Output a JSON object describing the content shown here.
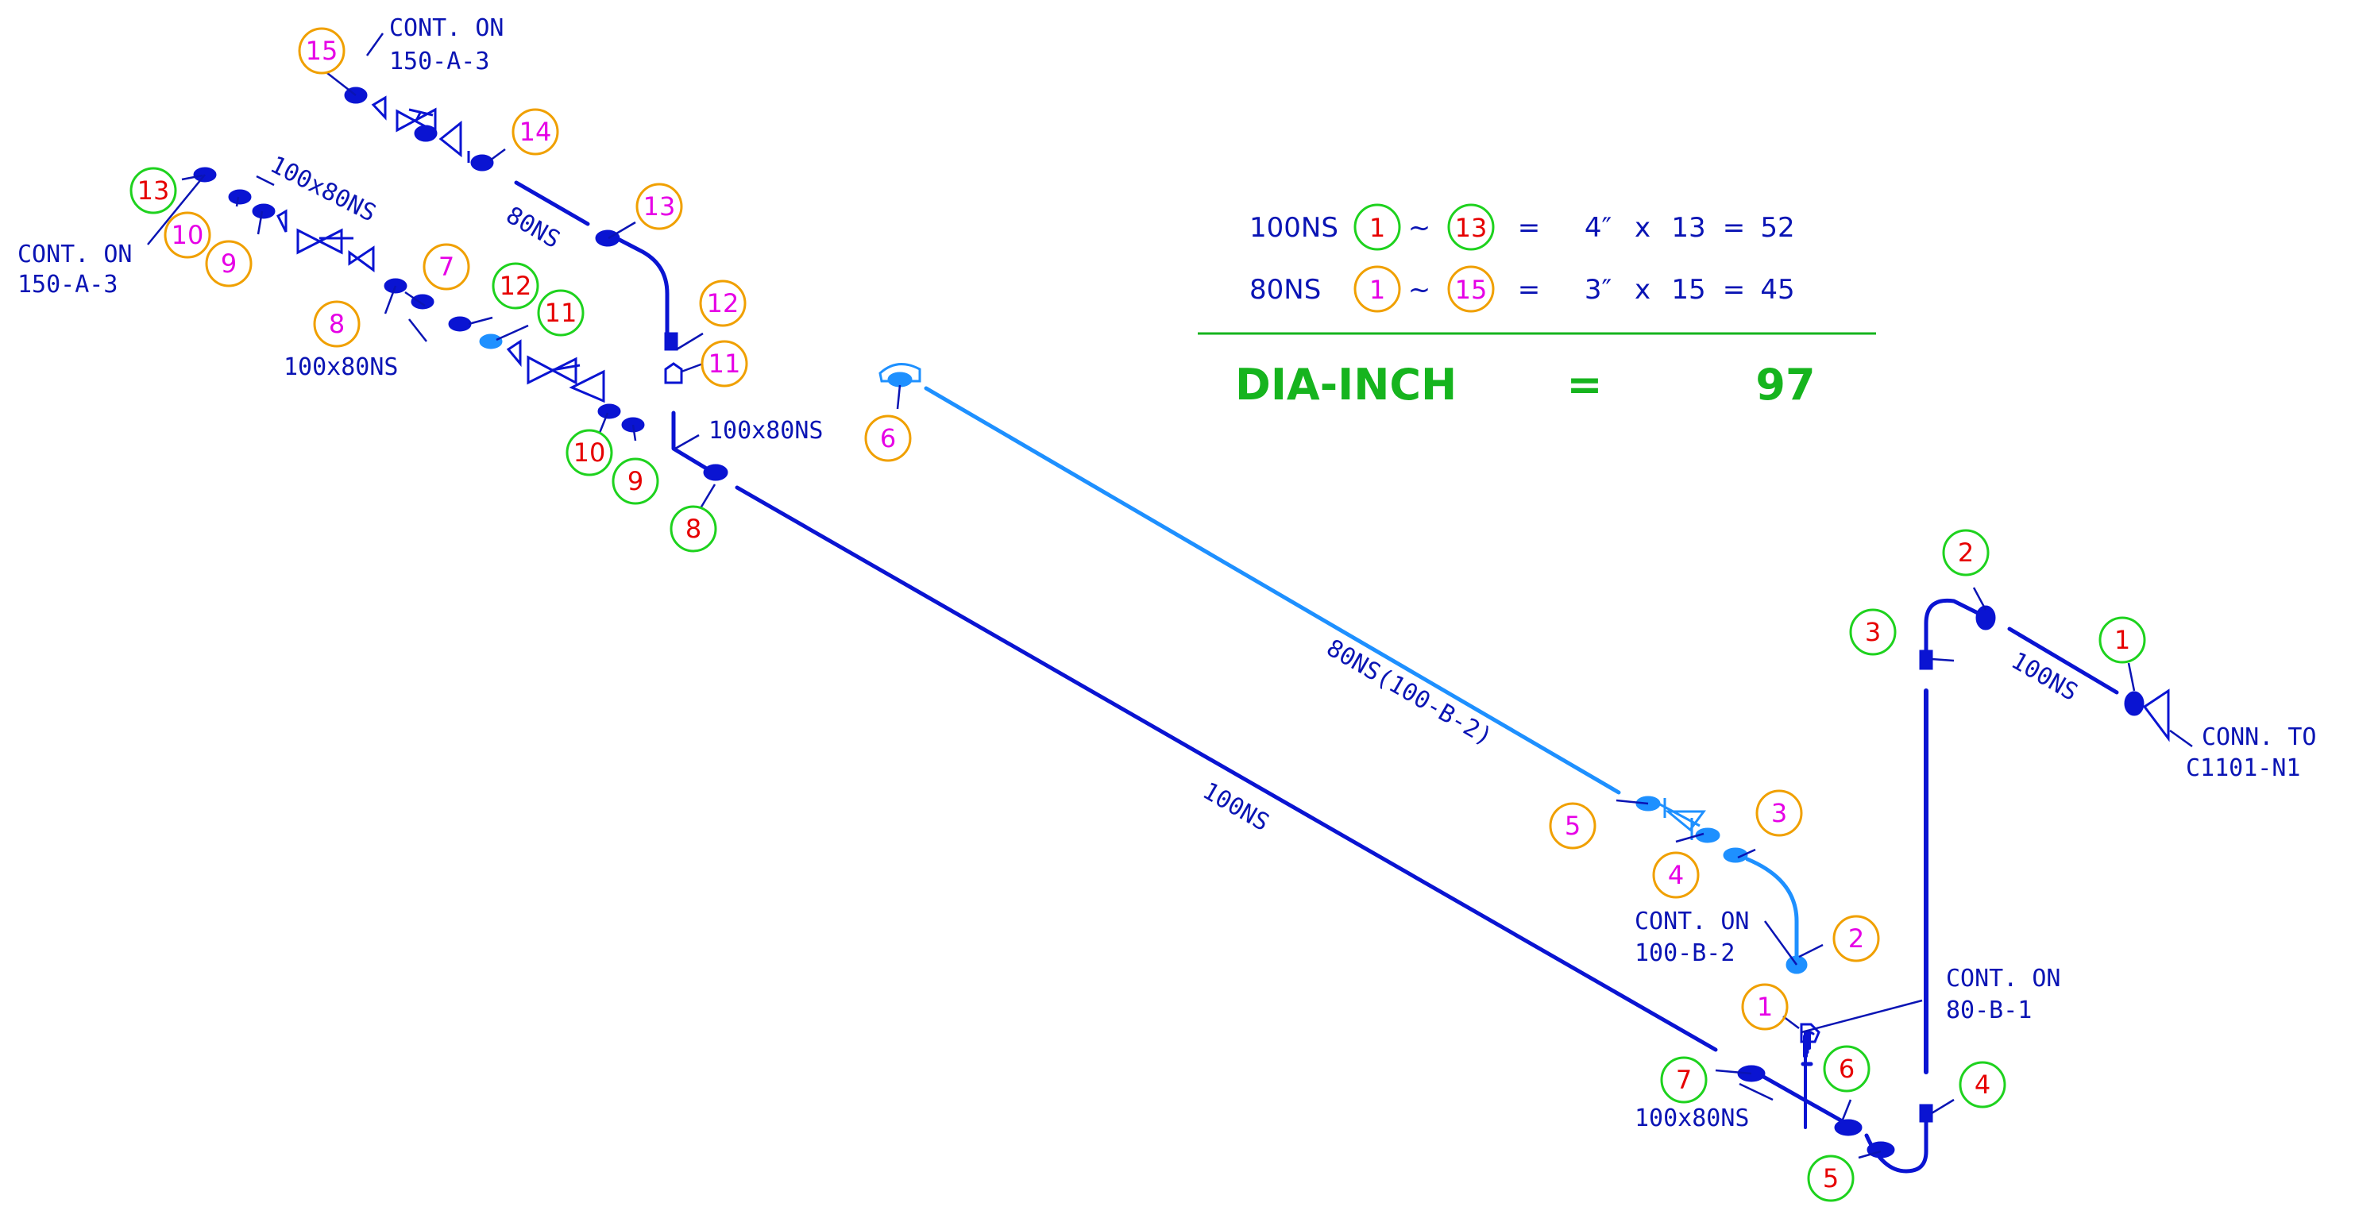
{
  "colors": {
    "pipe_100": "#0a14d2",
    "pipe_80": "#1e90ff",
    "label": "#0a14b4",
    "balloon_green": "#1ed21e",
    "balloon_orange": "#f0a000",
    "num_red": "#e60000",
    "num_magenta": "#e600e6",
    "summary_green": "#16b41e"
  },
  "labels": {
    "cont_on_150a3_top": [
      "CONT. ON",
      "150-A-3"
    ],
    "cont_on_150a3_left": [
      "CONT. ON",
      "150-A-3"
    ],
    "cont_on_100b2": [
      "CONT. ON",
      "100-B-2"
    ],
    "cont_on_80b1": [
      "CONT. ON",
      "80-B-1"
    ],
    "conn_to_c1101": [
      "CONN. TO",
      "C1101-N1"
    ],
    "red_100x80ns_top": "100x80NS",
    "red_100x80ns_mid": "100x80NS",
    "red_100x80ns_right": "100x80NS",
    "red_100x80ns_bottom": "100x80NS",
    "pipe_80ns_top": "80NS",
    "pipe_100ns_main": "100NS",
    "pipe_80ns_100b2": "80NS(100-B-2)",
    "pipe_100ns_right": "100NS"
  },
  "summary": {
    "rows": [
      {
        "size": "100NS",
        "from": "1",
        "sep": "~",
        "to": "13",
        "eq": "=",
        "inch": "4″",
        "x": "x",
        "count": "13",
        "eq2": "=",
        "result": "52"
      },
      {
        "size": "80NS",
        "from": "1",
        "sep": "~",
        "to": "15",
        "eq": "=",
        "inch": "3″",
        "x": "x",
        "count": "15",
        "eq2": "=",
        "result": "45"
      }
    ],
    "total_label": "DIA-INCH",
    "total_eq": "=",
    "total_value": "97"
  },
  "balloons": [
    {
      "id": "g13",
      "num": "13"
    },
    {
      "id": "o15",
      "num": "15"
    },
    {
      "id": "o14",
      "num": "14"
    },
    {
      "id": "o10a",
      "num": "10"
    },
    {
      "id": "o9a",
      "num": "9"
    },
    {
      "id": "o13",
      "num": "13"
    },
    {
      "id": "o7",
      "num": "7"
    },
    {
      "id": "o8",
      "num": "8"
    },
    {
      "id": "g12",
      "num": "12"
    },
    {
      "id": "g11",
      "num": "11"
    },
    {
      "id": "o12",
      "num": "12"
    },
    {
      "id": "o11",
      "num": "11"
    },
    {
      "id": "g10",
      "num": "10"
    },
    {
      "id": "g9",
      "num": "9"
    },
    {
      "id": "g8",
      "num": "8"
    },
    {
      "id": "o6",
      "num": "6"
    },
    {
      "id": "g2",
      "num": "2"
    },
    {
      "id": "g3",
      "num": "3"
    },
    {
      "id": "g1",
      "num": "1"
    },
    {
      "id": "o3",
      "num": "3"
    },
    {
      "id": "o5",
      "num": "5"
    },
    {
      "id": "o4",
      "num": "4"
    },
    {
      "id": "o2",
      "num": "2"
    },
    {
      "id": "o1",
      "num": "1"
    },
    {
      "id": "g7",
      "num": "7"
    },
    {
      "id": "g6",
      "num": "6"
    },
    {
      "id": "g4",
      "num": "4"
    },
    {
      "id": "g5",
      "num": "5"
    }
  ]
}
